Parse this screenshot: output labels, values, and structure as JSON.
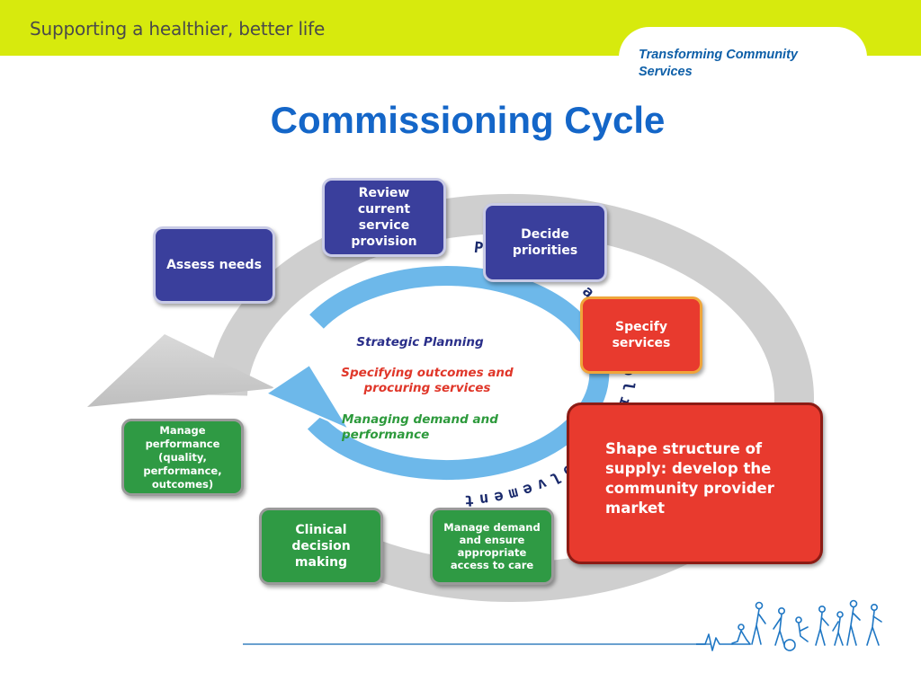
{
  "header": {
    "slogan": "Supporting a healthier, better life",
    "programme": "Transforming Community Services"
  },
  "title": "Commissioning Cycle",
  "colors": {
    "banner": "#d7ea0d",
    "title_blue": "#1466c8",
    "box_blue": "#3a3f9c",
    "box_green": "#2f9a44",
    "box_red": "#e83a2e",
    "arrow_light_blue": "#6db8ea"
  },
  "cycle_steps": [
    "Assess needs",
    "Review current service provision",
    "Decide priorities",
    "Specify services",
    "Shape structure of supply: develop the community provider market",
    "Manage demand and ensure appropriate access to care",
    "Clinical decision making",
    "Manage performance (quality, performance, outcomes)"
  ],
  "inner_ring": {
    "label": "Patient and Public Involvement",
    "items": [
      "Strategic Planning",
      "Specifying outcomes and procuring services",
      "Managing demand and performance"
    ]
  },
  "footer": {
    "graphic": "people-walking-silhouettes"
  }
}
